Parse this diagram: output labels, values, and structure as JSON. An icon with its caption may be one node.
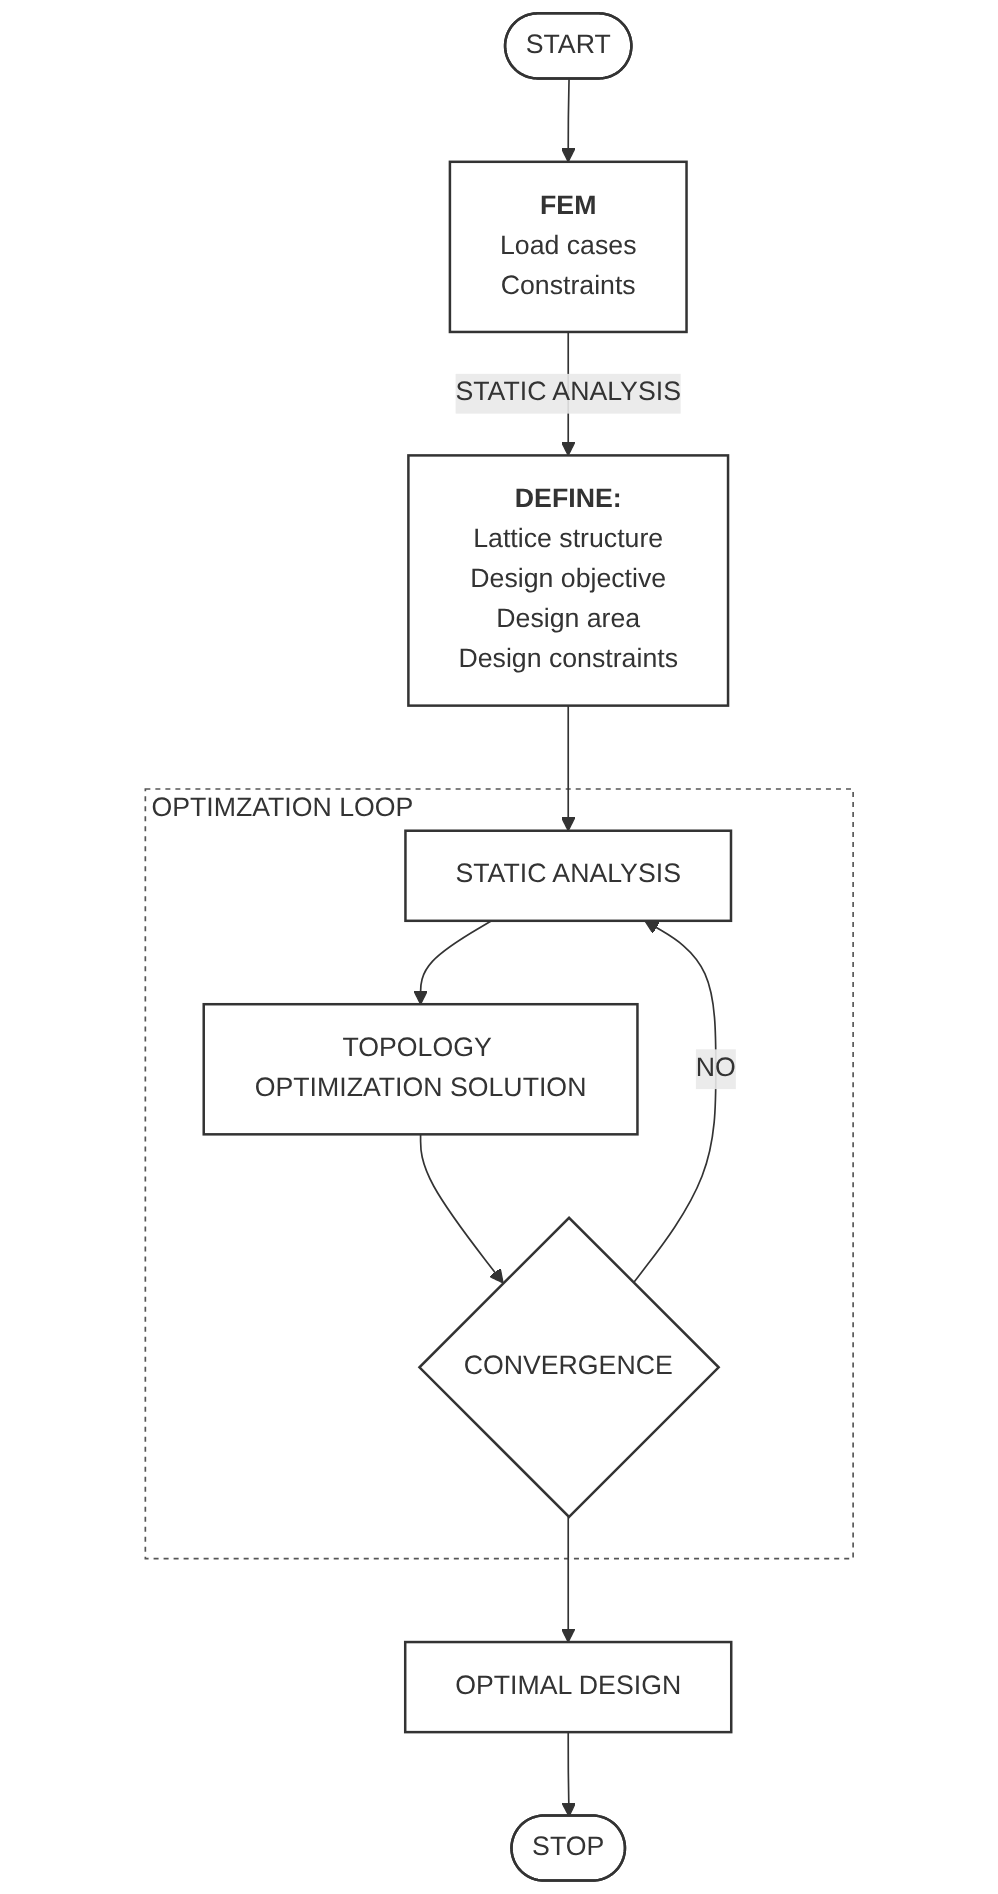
{
  "diagram": {
    "nodes": [
      {
        "text": [
          "START"
        ]
      },
      {
        "text": [
          "FEM",
          "Load cases",
          "Constraints"
        ]
      },
      {
        "text": [
          "DEFINE:",
          "Lattice structure",
          "Design objective",
          "Design area",
          "Design constraints"
        ]
      },
      {
        "text": [
          "OPTIMZATION LOOP"
        ]
      },
      {
        "text": [
          "STATIC ANALYSIS"
        ],
        "in": 3
      },
      {
        "text": [
          "TOPOLOGY OPTIMIZATION SOLUTION"
        ],
        "in": 3
      },
      {
        "text": [
          "CONVERGENCE"
        ],
        "in": 3
      },
      {
        "text": [
          "OPTIMAL DESIGN"
        ]
      },
      {
        "text": [
          "STOP"
        ]
      }
    ],
    "edges": [
      {
        "from": 0,
        "to": 1,
        "arrow": "to"
      },
      {
        "from": 1,
        "to": 2,
        "arrow": "to",
        "label": "STATIC ANALYSIS"
      },
      {
        "from": 2,
        "to": 4,
        "arrow": "to"
      },
      {
        "from": 4,
        "to": 5,
        "arrow": "to"
      },
      {
        "from": 5,
        "to": 6,
        "arrow": "to"
      },
      {
        "from": 6,
        "to": 4,
        "arrow": "to",
        "label": "NO"
      },
      {
        "from": 6,
        "to": 7,
        "arrow": "to"
      },
      {
        "from": 7,
        "to": 8,
        "arrow": "to"
      }
    ]
  }
}
